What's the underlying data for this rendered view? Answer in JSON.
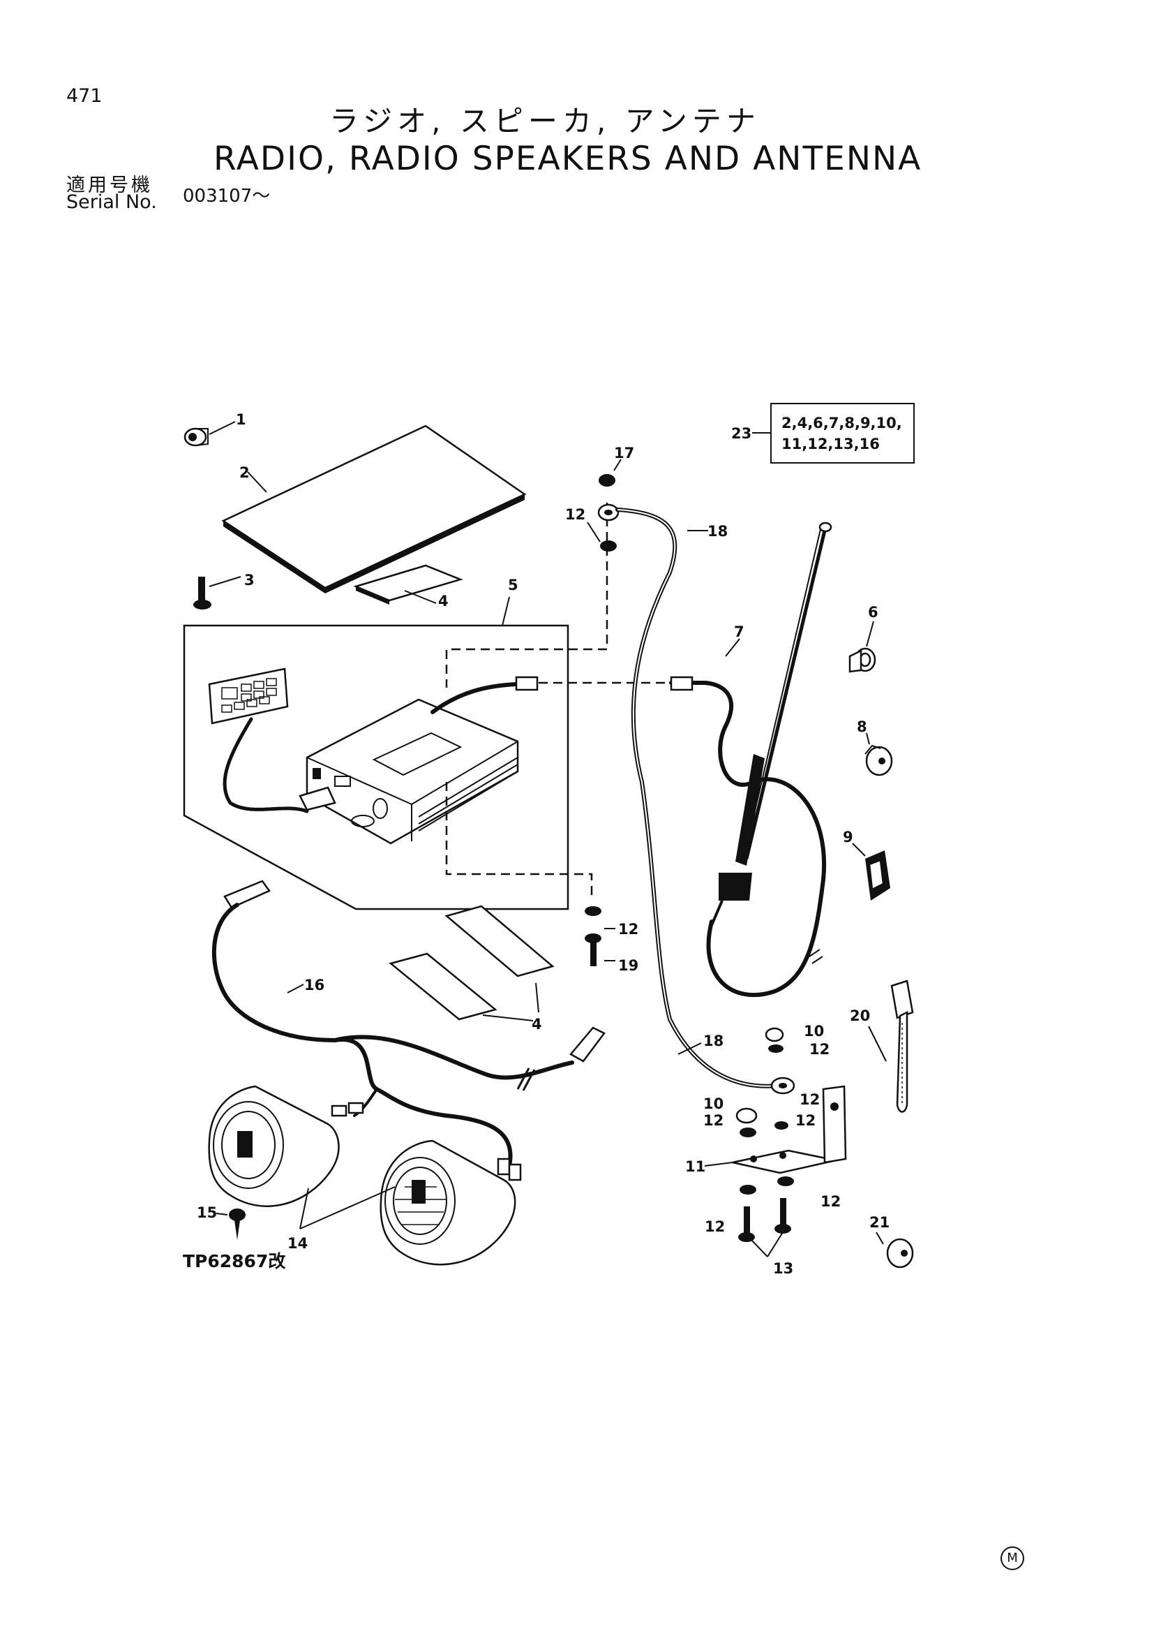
{
  "header": {
    "page_number": "471",
    "title_jp": "ラジオ, スピーカ, アンテナ",
    "title_en": "RADIO, RADIO SPEAKERS AND ANTENNA",
    "serial_label_jp": "適用号機",
    "serial_label_en": "Serial No.",
    "serial_value": "003107～"
  },
  "diagram": {
    "reference_code": "TP62867改",
    "kit_box": {
      "number": "23",
      "line1": "2,4,6,7,8,9,10,",
      "line2": "11,12,13,16"
    },
    "callouts": {
      "c1": "1",
      "c2": "2",
      "c3": "3",
      "c4a": "4",
      "c4b": "4",
      "c5": "5",
      "c6": "6",
      "c7": "7",
      "c8": "8",
      "c9": "9",
      "c10a": "10",
      "c10b": "10",
      "c11": "11",
      "c12a": "12",
      "c12b": "12",
      "c12c": "12",
      "c12d": "12",
      "c12e": "12",
      "c12f": "12",
      "c12g": "12",
      "c12h": "12",
      "c13": "13",
      "c14": "14",
      "c15": "15",
      "c16": "16",
      "c17": "17",
      "c18a": "18",
      "c18b": "18",
      "c19": "19",
      "c20": "20",
      "c21": "21"
    }
  },
  "footer": {
    "mark": "M"
  }
}
